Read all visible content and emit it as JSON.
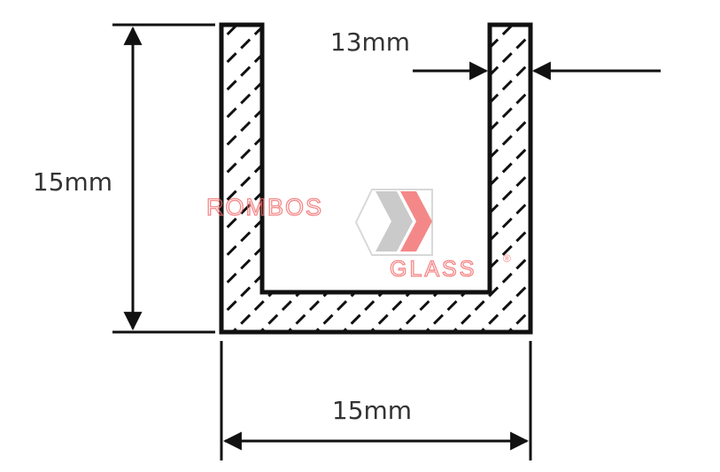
{
  "dimensions": {
    "height_label": "15mm",
    "width_label": "15mm",
    "wall_label": "13mm"
  },
  "watermark": {
    "word1": "ROMBOS",
    "word2": "GLASS",
    "mark": "®"
  },
  "colors": {
    "stroke": "#111111",
    "text": "#333333",
    "logo_red": "#f26b6b",
    "logo_gray": "#bdbdbd"
  }
}
